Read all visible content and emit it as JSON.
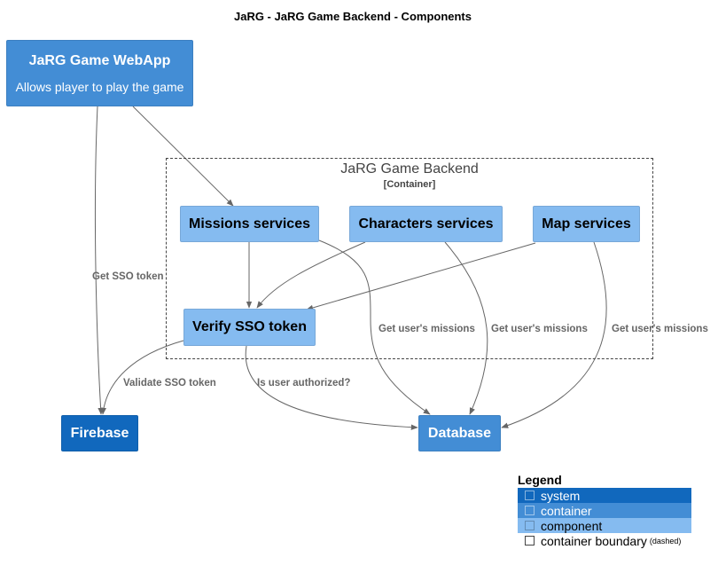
{
  "title": "JaRG - JaRG Game Backend - Components",
  "boundary": {
    "name": "JaRG Game Backend",
    "technology": "[Container]"
  },
  "nodes": {
    "webapp": {
      "name": "JaRG Game WebApp",
      "description": "Allows player to play the game"
    },
    "missions": {
      "name": "Missions services"
    },
    "characters": {
      "name": "Characters services"
    },
    "map": {
      "name": "Map services"
    },
    "verify": {
      "name": "Verify SSO token"
    },
    "firebase": {
      "name": "Firebase"
    },
    "database": {
      "name": "Database"
    }
  },
  "edges": {
    "get_sso_token": "Get SSO token",
    "get_missions_1": "Get user's missions",
    "get_missions_2": "Get user's missions",
    "get_missions_3": "Get user's missions",
    "validate_sso": "Validate SSO token",
    "is_authorized": "Is user authorized?"
  },
  "legend": {
    "title": "Legend",
    "items": [
      {
        "label": "system",
        "note": ""
      },
      {
        "label": "container",
        "note": ""
      },
      {
        "label": "component",
        "note": ""
      },
      {
        "label": "container boundary",
        "note": "(dashed)"
      }
    ]
  },
  "colors": {
    "system": "#1168bd",
    "container": "#438dd5",
    "component": "#85bbf0",
    "edge": "#666666"
  }
}
